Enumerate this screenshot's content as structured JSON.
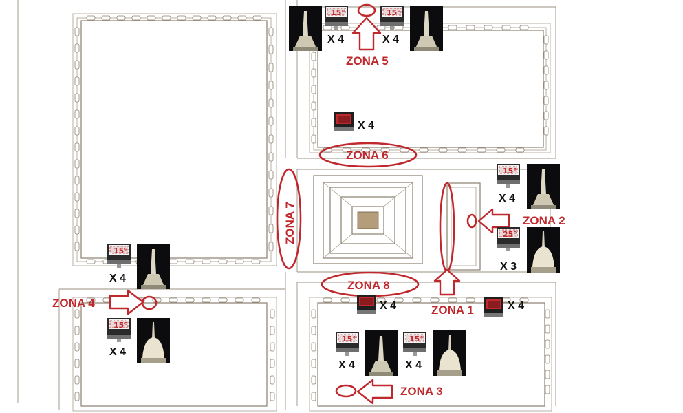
{
  "zones": [
    {
      "id": "zona1",
      "label": "ZONA 1"
    },
    {
      "id": "zona2",
      "label": "ZONA 2"
    },
    {
      "id": "zona3",
      "label": "ZONA 3"
    },
    {
      "id": "zona4",
      "label": "ZONA 4"
    },
    {
      "id": "zona5",
      "label": "ZONA 5"
    },
    {
      "id": "zona6",
      "label": "ZONA 6"
    },
    {
      "id": "zona7",
      "label": "ZONA 7"
    },
    {
      "id": "zona8",
      "label": "ZONA 8"
    }
  ],
  "light_units": [
    {
      "angle": "15°",
      "count": "X 4",
      "photo": "tower-night-spire"
    },
    {
      "angle": "15°",
      "count": "X 4",
      "photo": "tower-night-spire"
    },
    {
      "angle": "15°",
      "count": "X 4",
      "photo": "tower-night-spire"
    },
    {
      "angle": "25°",
      "count": "X 3",
      "photo": "dome-night"
    },
    {
      "angle": "15°",
      "count": "X 4",
      "photo": "tower-night-spire"
    },
    {
      "angle": "15°",
      "count": "X 4",
      "photo": "dome-night"
    },
    {
      "angle": "15°",
      "count": "X 4",
      "photo": "tower-night-spire"
    },
    {
      "angle": "15°",
      "count": "X 4",
      "photo": "dome-night"
    }
  ],
  "flood_units": [
    {
      "count": "X 4"
    },
    {
      "count": "X 4"
    },
    {
      "count": "X 4"
    }
  ],
  "colors": {
    "accent": "#c0282d",
    "outline": "#8a7f6e",
    "photo_bg": "#0c0c0e"
  }
}
